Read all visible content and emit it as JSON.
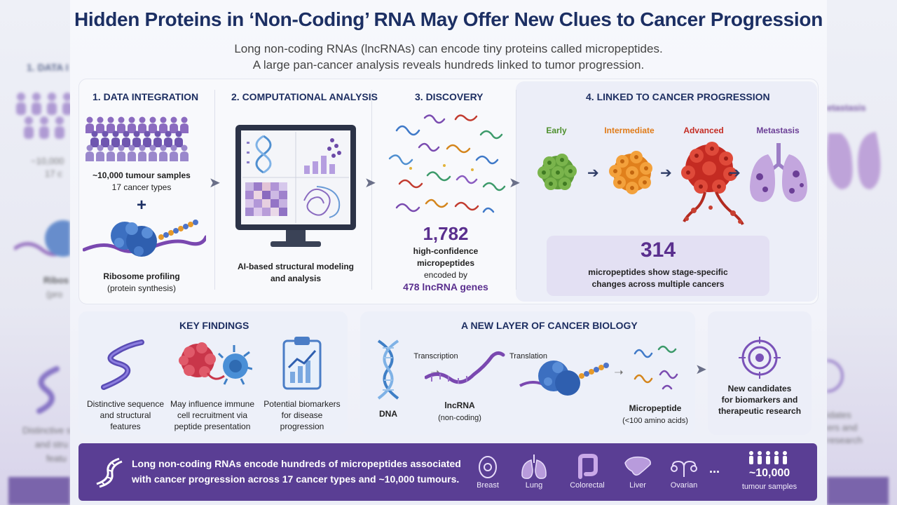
{
  "title": "Hidden Proteins in ‘Non-Coding’ RNA May Offer New Clues to Cancer Progression",
  "subtitle_lines": [
    "Long non-coding RNAs (lncRNAs) can encode tiny proteins called micropeptides.",
    "A large pan-cancer analysis reveals hundreds linked to tumor progression."
  ],
  "steps": {
    "s1": {
      "title": "1. DATA INTEGRATION",
      "samples": "~10,000 tumour samples",
      "types": "17 cancer types",
      "plus": "+",
      "ribo_label": "Ribosome profiling",
      "ribo_sub": "(protein synthesis)"
    },
    "s2": {
      "title": "2. COMPUTATIONAL ANALYSIS",
      "caption_l1": "AI-based structural modeling",
      "caption_l2": "and analysis"
    },
    "s3": {
      "title": "3. DISCOVERY",
      "count": "1,782",
      "l1": "high-confidence",
      "l2": "micropeptides",
      "l3": "encoded by",
      "genes": "478 lncRNA genes"
    },
    "s4": {
      "title": "4. LINKED TO CANCER PROGRESSION",
      "stages": [
        {
          "label": "Early",
          "color": "#4e8f2d"
        },
        {
          "label": "Intermediate",
          "color": "#e07b18"
        },
        {
          "label": "Advanced",
          "color": "#c42b22"
        },
        {
          "label": "Metastasis",
          "color": "#6b3f96"
        }
      ],
      "count": "314",
      "note_l1": "micropeptides show stage-specific",
      "note_l2": "changes across multiple cancers"
    }
  },
  "key_findings": {
    "title": "KEY FINDINGS",
    "items": [
      {
        "l1": "Distinctive sequence",
        "l2": "and structural",
        "l3": "features"
      },
      {
        "l1": "May influence immune",
        "l2": "cell recruitment via",
        "l3": "peptide presentation"
      },
      {
        "l1": "Potential biomarkers",
        "l2": "for disease",
        "l3": "progression"
      }
    ]
  },
  "new_layer": {
    "title": "A NEW LAYER OF CANCER BIOLOGY",
    "dna": "DNA",
    "transcription": "Transcription",
    "translation": "Translation",
    "lncrna": "lncRNA",
    "lncrna_sub": "(non-coding)",
    "micropeptide": "Micropeptide",
    "micropeptide_sub": "(<100 amino acids)"
  },
  "candidates": {
    "l1": "New candidates",
    "l2": "for biomarkers and",
    "l3": "therapeutic research"
  },
  "bottom": {
    "msg_l1": "Long non-coding RNAs encode hundreds of micropeptides associated",
    "msg_l2": "with cancer progression across 17 cancer types and   ~10,000 tumours.",
    "organs": [
      "Breast",
      "Lung",
      "Colorectal",
      "Liver",
      "Ovarian"
    ],
    "ellipsis": "...",
    "samples_num": "~10,000",
    "samples_label": "tumour samples"
  },
  "side_left": {
    "title": "1. DATA I",
    "l1": "~10,000",
    "l2": "17 c",
    "ribo": "Ribos",
    "ribo_sub": "(pro",
    "dist1": "Distinctive s",
    "dist2": "and stru",
    "dist3": "featu"
  },
  "side_right": {
    "meta": "etastasis",
    "r1": "idates",
    "r2": "ers and",
    "r3": "research"
  },
  "colors": {
    "navy": "#1c2f63",
    "purple": "#5a2f8e",
    "banner": "#5a3e94",
    "dna_blue": "#4f8fd0",
    "ribosome_blue": "#3c6fc0"
  }
}
